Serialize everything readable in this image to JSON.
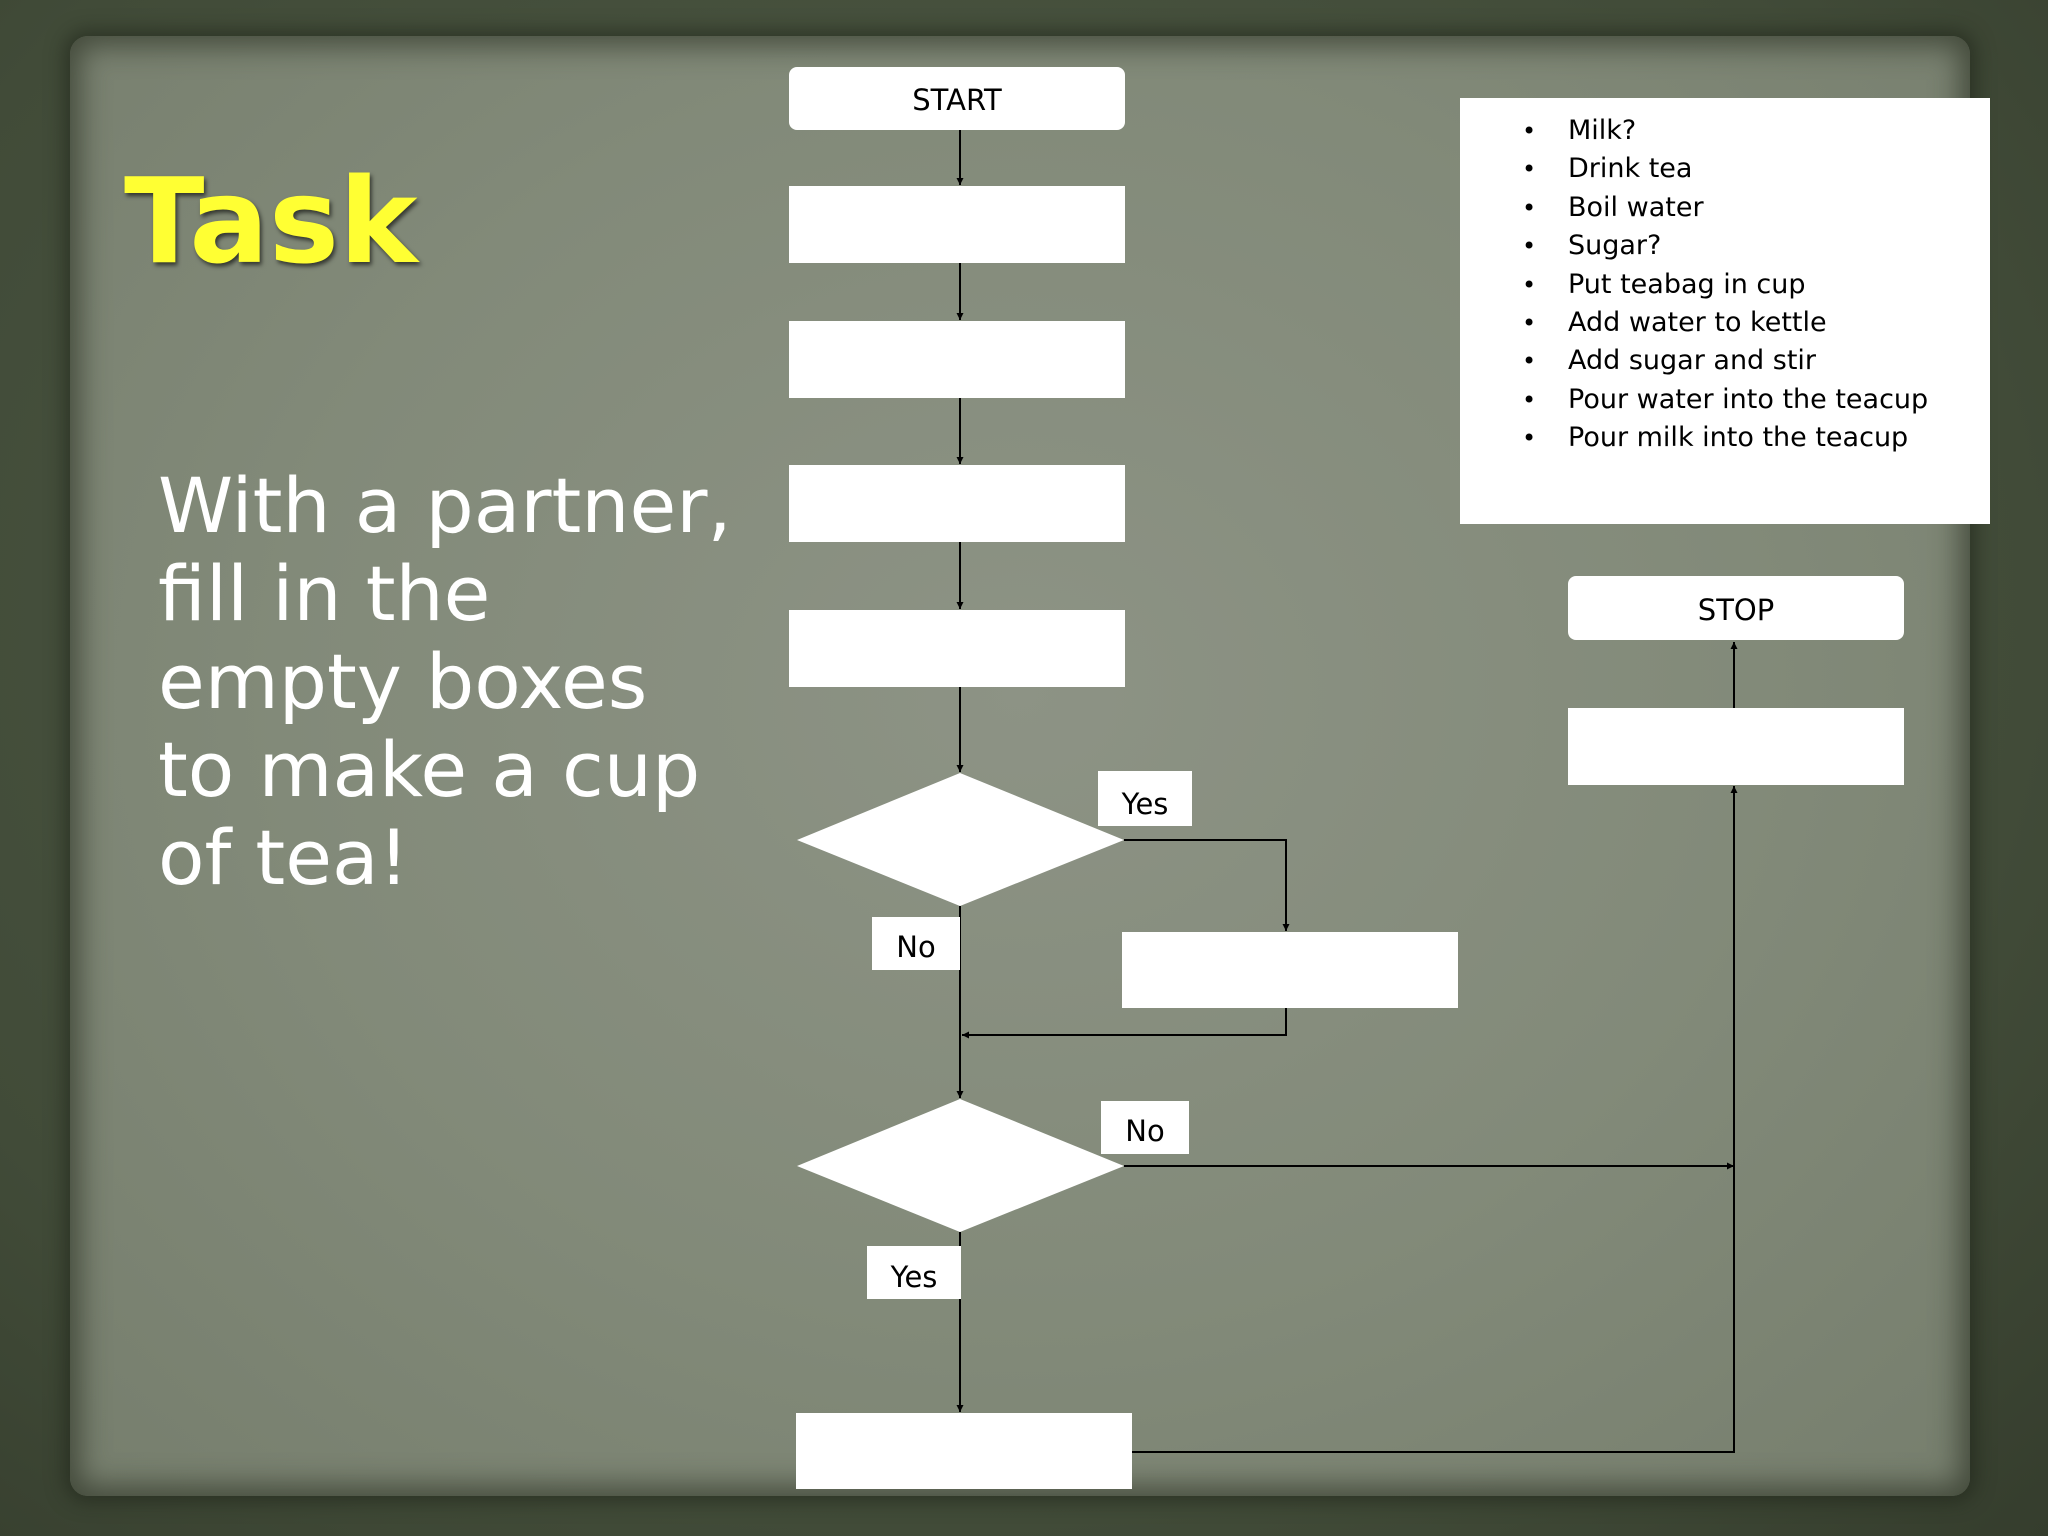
{
  "slide": {
    "title": "Task",
    "instructions": "With a partner,\nfill in the\nempty boxes\nto make a cup\nof tea!"
  },
  "flowchart": {
    "start_label": "START",
    "stop_label": "STOP",
    "decision1_yes_label": "Yes",
    "decision1_no_label": "No",
    "decision2_no_label": "No",
    "decision2_yes_label": "Yes"
  },
  "options": {
    "items": [
      "Milk?",
      "Drink tea",
      "Boil water",
      "Sugar?",
      "Put teabag in cup",
      "Add water to kettle",
      "Add sugar and stir",
      "Pour water into the teacup",
      "Pour milk into the teacup"
    ]
  },
  "colors": {
    "title": "#ffff33",
    "text": "#ffffff",
    "box_fill": "#ffffff",
    "connector": "#000000"
  }
}
